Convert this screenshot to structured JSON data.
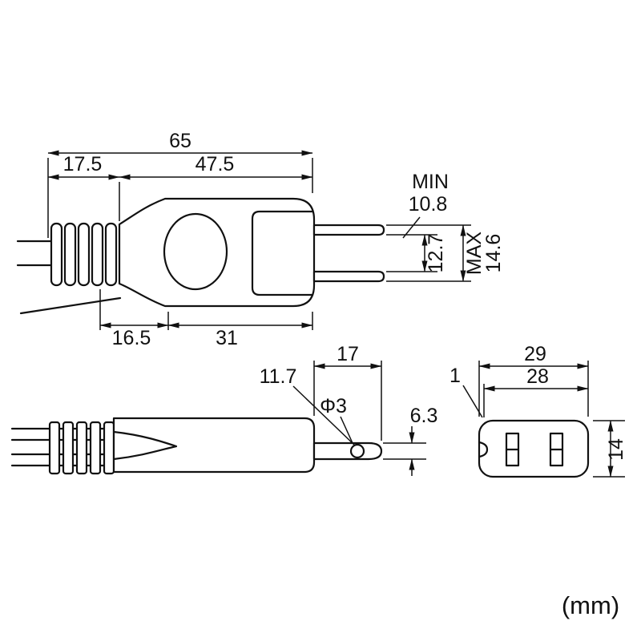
{
  "drawing": {
    "units_label": "(mm)",
    "colors": {
      "line": "#111111",
      "background": "#ffffff"
    },
    "top_view": {
      "overall_length": "65",
      "boot_length": "17.5",
      "body_length": "47.5",
      "min_label": "MIN",
      "min_value": "10.8",
      "pin_inner_gap": "12.7",
      "max_label": "MAX",
      "max_value": "14.6",
      "front_section": "16.5",
      "rear_section": "31"
    },
    "side_view": {
      "pin_length": "17",
      "hole_offset": "11.7",
      "hole_diameter": "Φ3",
      "pin_thickness": "6.3"
    },
    "front_view": {
      "overall_width": "29",
      "inner_width": "28",
      "edge_thickness": "1",
      "overall_height": "14"
    }
  }
}
